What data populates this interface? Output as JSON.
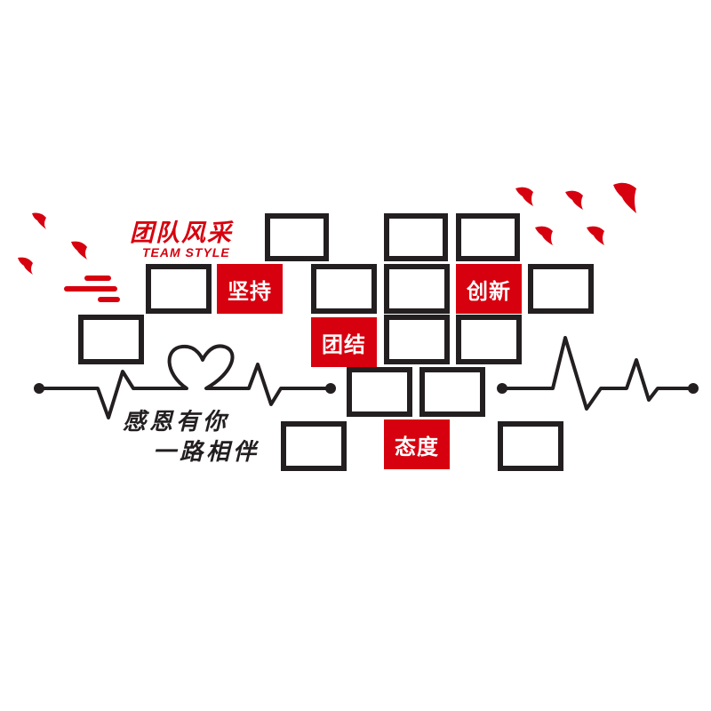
{
  "title": {
    "cn": "团队风采",
    "en": "TEAM STYLE"
  },
  "slogan": {
    "line1": "感恩有你",
    "line2": "一路相伴"
  },
  "tiles": {
    "persistence": "坚持",
    "unity": "团结",
    "innovation": "创新",
    "attitude": "态度"
  },
  "colors": {
    "accent": "#d7000f",
    "frame": "#231f20",
    "background": "#ffffff"
  },
  "icons": [
    "bird-icon",
    "heart-line-icon",
    "heartbeat-line-icon",
    "speed-lines-icon"
  ]
}
